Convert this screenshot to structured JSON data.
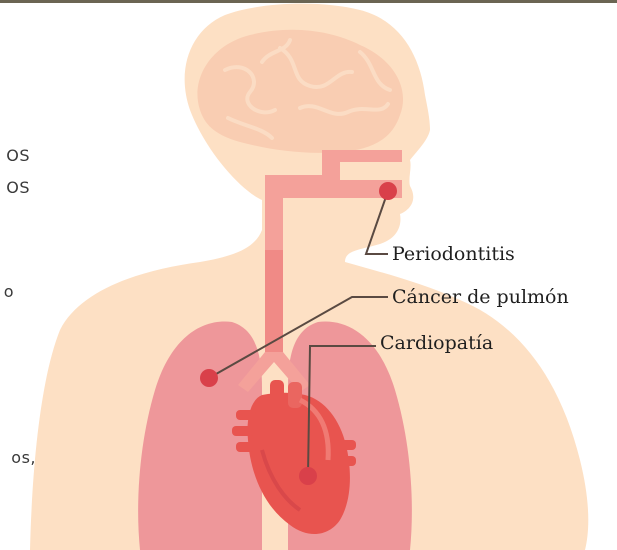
{
  "left_text_fragments": [
    "OS",
    "OS",
    "o",
    "os,"
  ],
  "labels": {
    "periodontitis": "Periodontitis",
    "lung_cancer": "Cáncer de pulmón",
    "heart_disease": "Cardiopatía"
  },
  "colors": {
    "rule": "#6b6553",
    "skin": "#fde0c4",
    "brain": "#f9cdb2",
    "airway": "#f4a19a",
    "lung": "#ee979a",
    "heart": "#e8544f",
    "marker": "#d9404a",
    "leader": "#5a4a42"
  }
}
